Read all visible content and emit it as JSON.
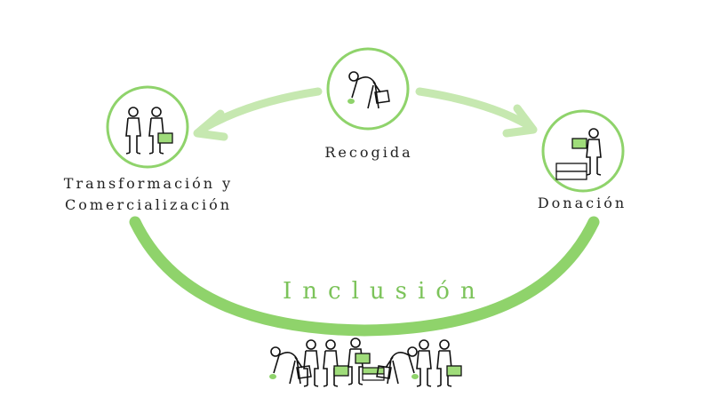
{
  "nodes": {
    "recogida": {
      "label": "Recogida",
      "icon": "person-picking-up-basket-icon"
    },
    "transformacion": {
      "label_line1": "Transformación y",
      "label_line2": "Comercialización",
      "icon": "people-exchanging-box-icon"
    },
    "donacion": {
      "label": "Donación",
      "icon": "person-carrying-crate-icon"
    }
  },
  "center": {
    "label": "Inclusión"
  },
  "colors": {
    "accent": "#8fd36b",
    "arrow_light": "#c6e8b0",
    "text": "#222222",
    "inclusion_text": "#7cc35a"
  }
}
